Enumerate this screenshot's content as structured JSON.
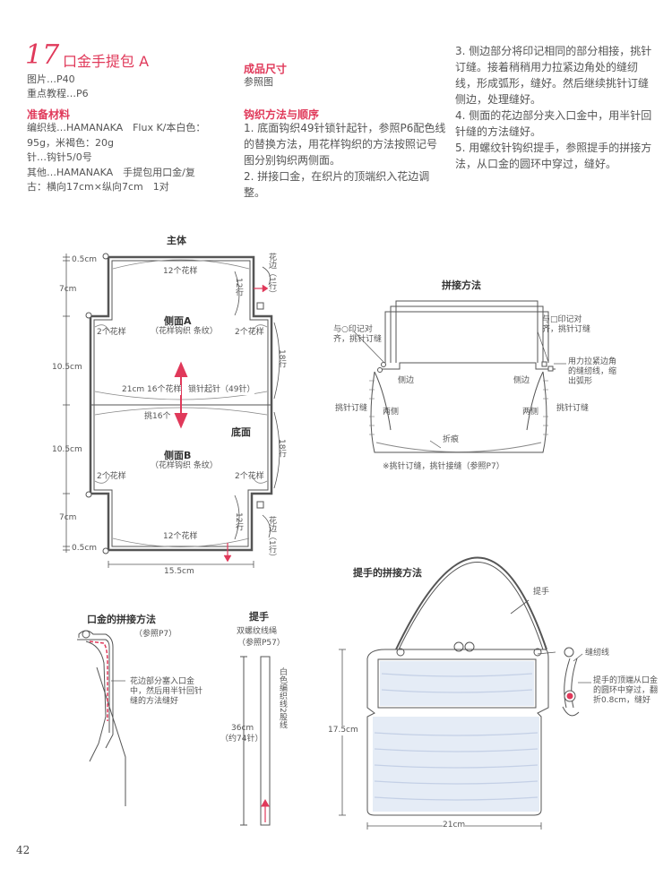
{
  "header": {
    "number": "17",
    "title": "口金手提包 A",
    "photo": "图片…P40",
    "tutorial": "重点教程…P6"
  },
  "materials": {
    "heading": "准备材料",
    "line1": "编织线…HAMANAKA　Flux K/本白色：",
    "line2": "95g，米褐色：20g",
    "line3": "针…钩针5/0号",
    "line4": "其他…HAMANAKA　手提包用口金/复",
    "line5": "古：横向17cm×纵向7cm　1对"
  },
  "size": {
    "heading": "成品尺寸",
    "text": "参照图"
  },
  "method": {
    "heading": "钩织方法与顺序",
    "s1a": "1. 底面钩织49针锁针起针，参照P6配色线",
    "s1b": "的替换方法，用花样钩织的方法按照记号",
    "s1c": "图分别钩织两侧面。",
    "s2": "2. 拼接口金，在织片的顶端织入花边调整。",
    "s3a": "3. 侧边部分将印记相同的部分相接，挑针",
    "s3b": "订缝。接着稍稍用力拉紧边角处的缝纫",
    "s3c": "线，形成弧形，缝好。然后继续挑针订缝",
    "s3d": "侧边，处理缝好。",
    "s4a": "4. 侧面的花边部分夹入口金中，用半针回",
    "s4b": "针缝的方法缝好。",
    "s5a": "5. 用螺纹针钩织提手，参照提手的拼接方",
    "s5b": "法，从口金的圆环中穿过，缝好。"
  },
  "body_diagram": {
    "title": "主体",
    "dim_05_top": "0.5cm",
    "dim_7_top": "7cm",
    "dim_105_a": "10.5cm",
    "dim_105_b": "10.5cm",
    "dim_7_bot": "7cm",
    "dim_05_bot": "0.5cm",
    "dim_width": "15.5cm",
    "top_pattern": "12个花样",
    "bot_pattern": "12个花样",
    "side_a": "侧面A",
    "side_a_sub": "（花样钩织 条纹）",
    "side_b": "侧面B",
    "side_b_sub": "（花样钩织 条纹）",
    "two_patterns_l1": "2个花样",
    "two_patterns_r1": "2个花样",
    "two_patterns_l2": "2个花样",
    "two_patterns_r2": "2个花样",
    "center_a": "21cm 16个花样",
    "center_b": "锁针起针（49针）",
    "pick": "挑16个",
    "bottom": "底面",
    "edge_top": "花边（1行）",
    "edge_bot": "花边（1行）",
    "rows12_top": "12行",
    "rows12_bot": "12行",
    "rows18_top": "18行",
    "rows18_bot": "18行"
  },
  "joining": {
    "title": "拼接方法",
    "left_note": "与○印记对齐，挑针订缝",
    "right_note": "与□印记对齐，挑针订缝",
    "pull_note": "用力拉紧边角的缝纫线，缩出弧形",
    "side_l": "侧边",
    "side_r": "侧边",
    "stitch_l": "挑针订缝",
    "stitch_r": "挑针订缝",
    "both_l": "两侧",
    "both_r": "两侧",
    "fold": "折痕",
    "note": "※挑针订缝，挑针接缝（参照P7）"
  },
  "clasp": {
    "title": "口金的拼接方法",
    "ref": "（参照P7）",
    "note": "花边部分塞入口金中，然后用半针回针缝的方法缝好"
  },
  "handle": {
    "title": "提手",
    "sub": "双螺纹线绳",
    "ref": "（参照P57）",
    "len": "36cm",
    "len2": "（约74针）",
    "yarn": "白色编织线2股线"
  },
  "handle_join": {
    "title": "提手的拼接方法",
    "handle": "提手",
    "sew": "缝纫线",
    "note": "提手的顶端从口金的圆环中穿过，翻折0.8cm，缝好",
    "height": "17.5cm",
    "width": "21cm"
  },
  "page": "42"
}
